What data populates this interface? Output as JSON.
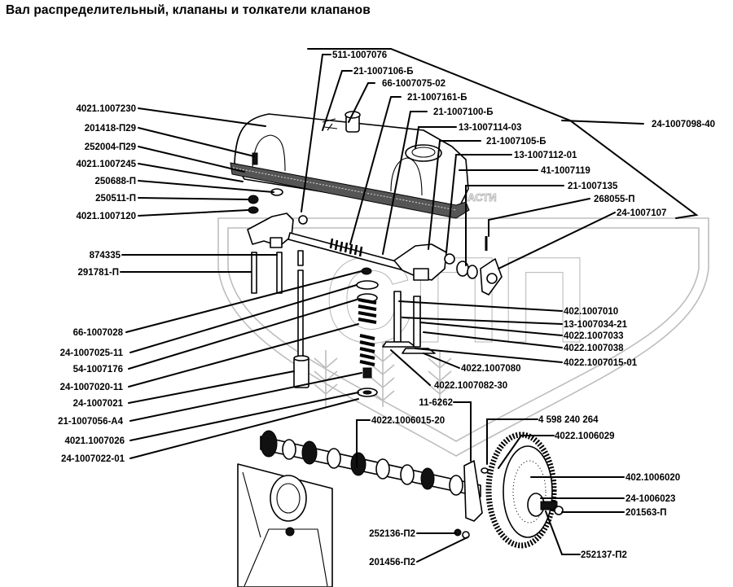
{
  "title": "Вал распределительный, клапаны и толкатели клапанов",
  "watermark": {
    "text": "ТЕХНИКА И ЗАПЧАСТИ",
    "logo_letters": "СПП"
  },
  "callouts": {
    "left": [
      {
        "id": "c1",
        "part": "4021.1007230"
      },
      {
        "id": "c2",
        "part": "201418-П29"
      },
      {
        "id": "c3",
        "part": "252004-П29"
      },
      {
        "id": "c4",
        "part": "4021.1007245"
      },
      {
        "id": "c5",
        "part": "250688-П"
      },
      {
        "id": "c6",
        "part": "250511-П"
      },
      {
        "id": "c7",
        "part": "4021.1007120"
      },
      {
        "id": "c8",
        "part": "874335"
      },
      {
        "id": "c9",
        "part": "291781-П"
      },
      {
        "id": "c10",
        "part": "66-1007028"
      },
      {
        "id": "c11",
        "part": "24-1007025-11"
      },
      {
        "id": "c12",
        "part": "54-1007176"
      },
      {
        "id": "c13",
        "part": "24-1007020-11"
      },
      {
        "id": "c14",
        "part": "24-1007021"
      },
      {
        "id": "c15",
        "part": "21-1007056-А4"
      },
      {
        "id": "c16",
        "part": "4021.1007026"
      },
      {
        "id": "c17",
        "part": "24-1007022-01"
      }
    ],
    "top": [
      {
        "id": "t1",
        "part": "511-1007076"
      },
      {
        "id": "t2",
        "part": "21-1007106-Б"
      },
      {
        "id": "t3",
        "part": "66-1007075-02"
      },
      {
        "id": "t4",
        "part": "21-1007161-Б"
      },
      {
        "id": "t5",
        "part": "21-1007100-Б"
      },
      {
        "id": "t6",
        "part": "13-1007114-03"
      },
      {
        "id": "t7",
        "part": "21-1007105-Б"
      },
      {
        "id": "t8",
        "part": "13-1007112-01"
      },
      {
        "id": "t9",
        "part": "41-1007119"
      },
      {
        "id": "t10",
        "part": "21-1007135"
      },
      {
        "id": "t11",
        "part": "268055-П"
      },
      {
        "id": "t12",
        "part": "24-1007107"
      },
      {
        "id": "t13",
        "part": "24-1007098-40"
      }
    ],
    "right": [
      {
        "id": "r1",
        "part": "402.1007010"
      },
      {
        "id": "r2",
        "part": "13-1007034-21"
      },
      {
        "id": "r3",
        "part": "4022.1007033"
      },
      {
        "id": "r4",
        "part": "4022.1007038"
      },
      {
        "id": "r5",
        "part": "4022.1007015-01"
      },
      {
        "id": "r6",
        "part": "4022.1007080"
      },
      {
        "id": "r7",
        "part": "4022.1007082-30"
      }
    ],
    "bottom": [
      {
        "id": "b1",
        "part": "11-6262"
      },
      {
        "id": "b2",
        "part": "4022.1006015-20"
      },
      {
        "id": "b3",
        "part": "4 598 240 264"
      },
      {
        "id": "b4",
        "part": "4022.1006029"
      },
      {
        "id": "b5",
        "part": "402.1006020"
      },
      {
        "id": "b6",
        "part": "24-1006023"
      },
      {
        "id": "b7",
        "part": "201563-П"
      },
      {
        "id": "b8",
        "part": "252137-П2"
      },
      {
        "id": "b9",
        "part": "252136-П2"
      },
      {
        "id": "b10",
        "part": "201456-П2"
      }
    ]
  }
}
